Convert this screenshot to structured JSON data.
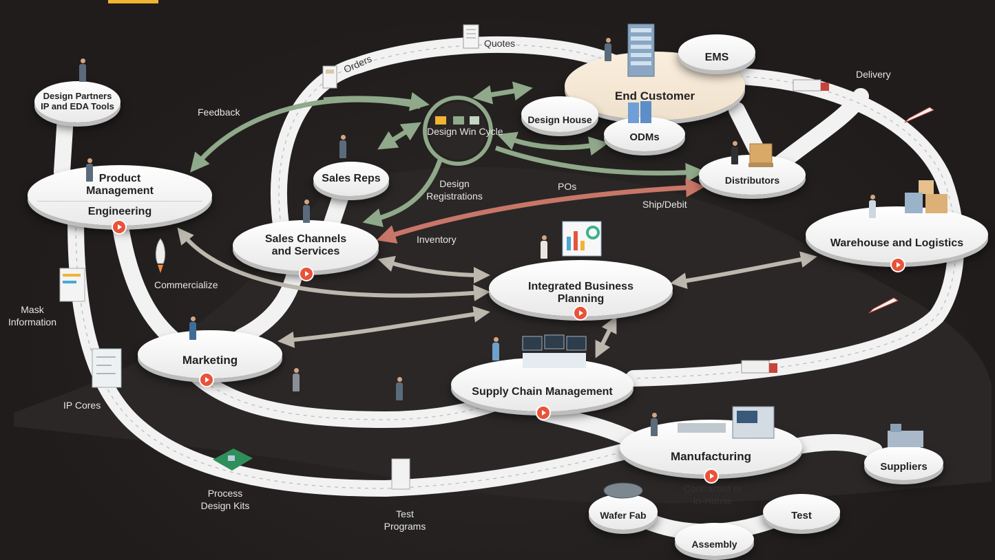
{
  "nodes": {
    "design_partners": "Design Partners IP and EDA Tools",
    "product_management": "Product Management",
    "engineering": "Engineering",
    "sales_reps": "Sales Reps",
    "sales_channels": "Sales Channels and Services",
    "marketing": "Marketing",
    "design_win_cycle": "Design Win Cycle",
    "end_customer": "End Customer",
    "ems": "EMS",
    "design_house": "Design House",
    "odms": "ODMs",
    "distributors": "Distributors",
    "warehouse": "Warehouse and Logistics",
    "ibp": "Integrated Business Planning",
    "scm": "Supply Chain Management",
    "manufacturing": "Manufacturing",
    "suppliers": "Suppliers",
    "wafer_fab": "Wafer Fab",
    "test": "Test",
    "assembly": "Assembly"
  },
  "labels": {
    "orders": "Orders",
    "quotes": "Quotes",
    "delivery": "Delivery",
    "feedback": "Feedback",
    "design_registrations": "Design Registrations",
    "pos": "POs",
    "ship_debit": "Ship/Debit",
    "inventory": "Inventory",
    "commercialize": "Commercialize",
    "mask_information": "Mask Information",
    "ip_cores": "IP Cores",
    "process_design_kits": "Process Design Kits",
    "test_programs": "Test Programs",
    "contracted_or_inhouse": "Contracted or In-House"
  },
  "colors": {
    "background": "#221f1e",
    "road": "#f2f2f2",
    "node": "#ffffff",
    "green_arrow": "#8fa98a",
    "red_arrow": "#c87668",
    "gray_arrow": "#bdb8ae",
    "play_button": "#e9533a",
    "accent": "#f0b433"
  }
}
